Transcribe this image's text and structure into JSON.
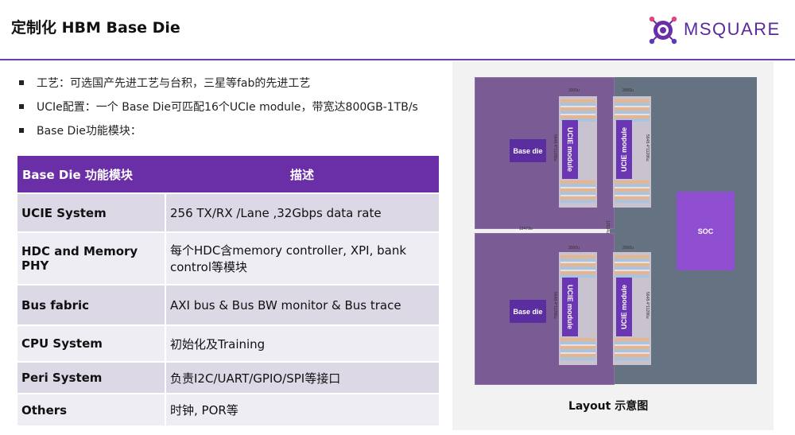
{
  "title": "定制化 HBM Base Die",
  "logo": {
    "text": "MSQUARE"
  },
  "bullets": [
    "工艺：可选国产先进工艺与台积，三星等fab的先进工艺",
    "UCIe配置：一个 Base Die可匹配16个UCIe module，带宽达800GB-1TB/s",
    "Base Die功能模块："
  ],
  "table": {
    "headers": [
      "Base Die 功能模块",
      "描述"
    ],
    "rows": [
      {
        "module": "UCIE System",
        "desc": "256 TX/RX /Lane ,32Gbps data rate"
      },
      {
        "module": "HDC and Memory PHY",
        "desc": "每个HDC含memory controller, XPI, bank control等模块"
      },
      {
        "module": "Bus fabric",
        "desc": "AXI bus & Bus BW monitor & Bus trace"
      },
      {
        "module": "CPU System",
        "desc": "初始化及Training"
      },
      {
        "module": "Peri System",
        "desc": "负责I2C/UART/GPIO/SPI等接口"
      },
      {
        "module": "Others",
        "desc": "时钟, POR等"
      }
    ]
  },
  "layout": {
    "base_die_label": "Base die",
    "ucie_label": "UCIE module",
    "soc_label": "SOC",
    "dim_top": "3000u",
    "dim_width": "12473u",
    "dim_height": "12534u",
    "dim_module": "5648.4*11286u",
    "caption": "Layout 示意图"
  },
  "colors": {
    "accent": "#6a2ea6",
    "table_odd": "#dcd8e6",
    "table_even": "#ededf3"
  }
}
